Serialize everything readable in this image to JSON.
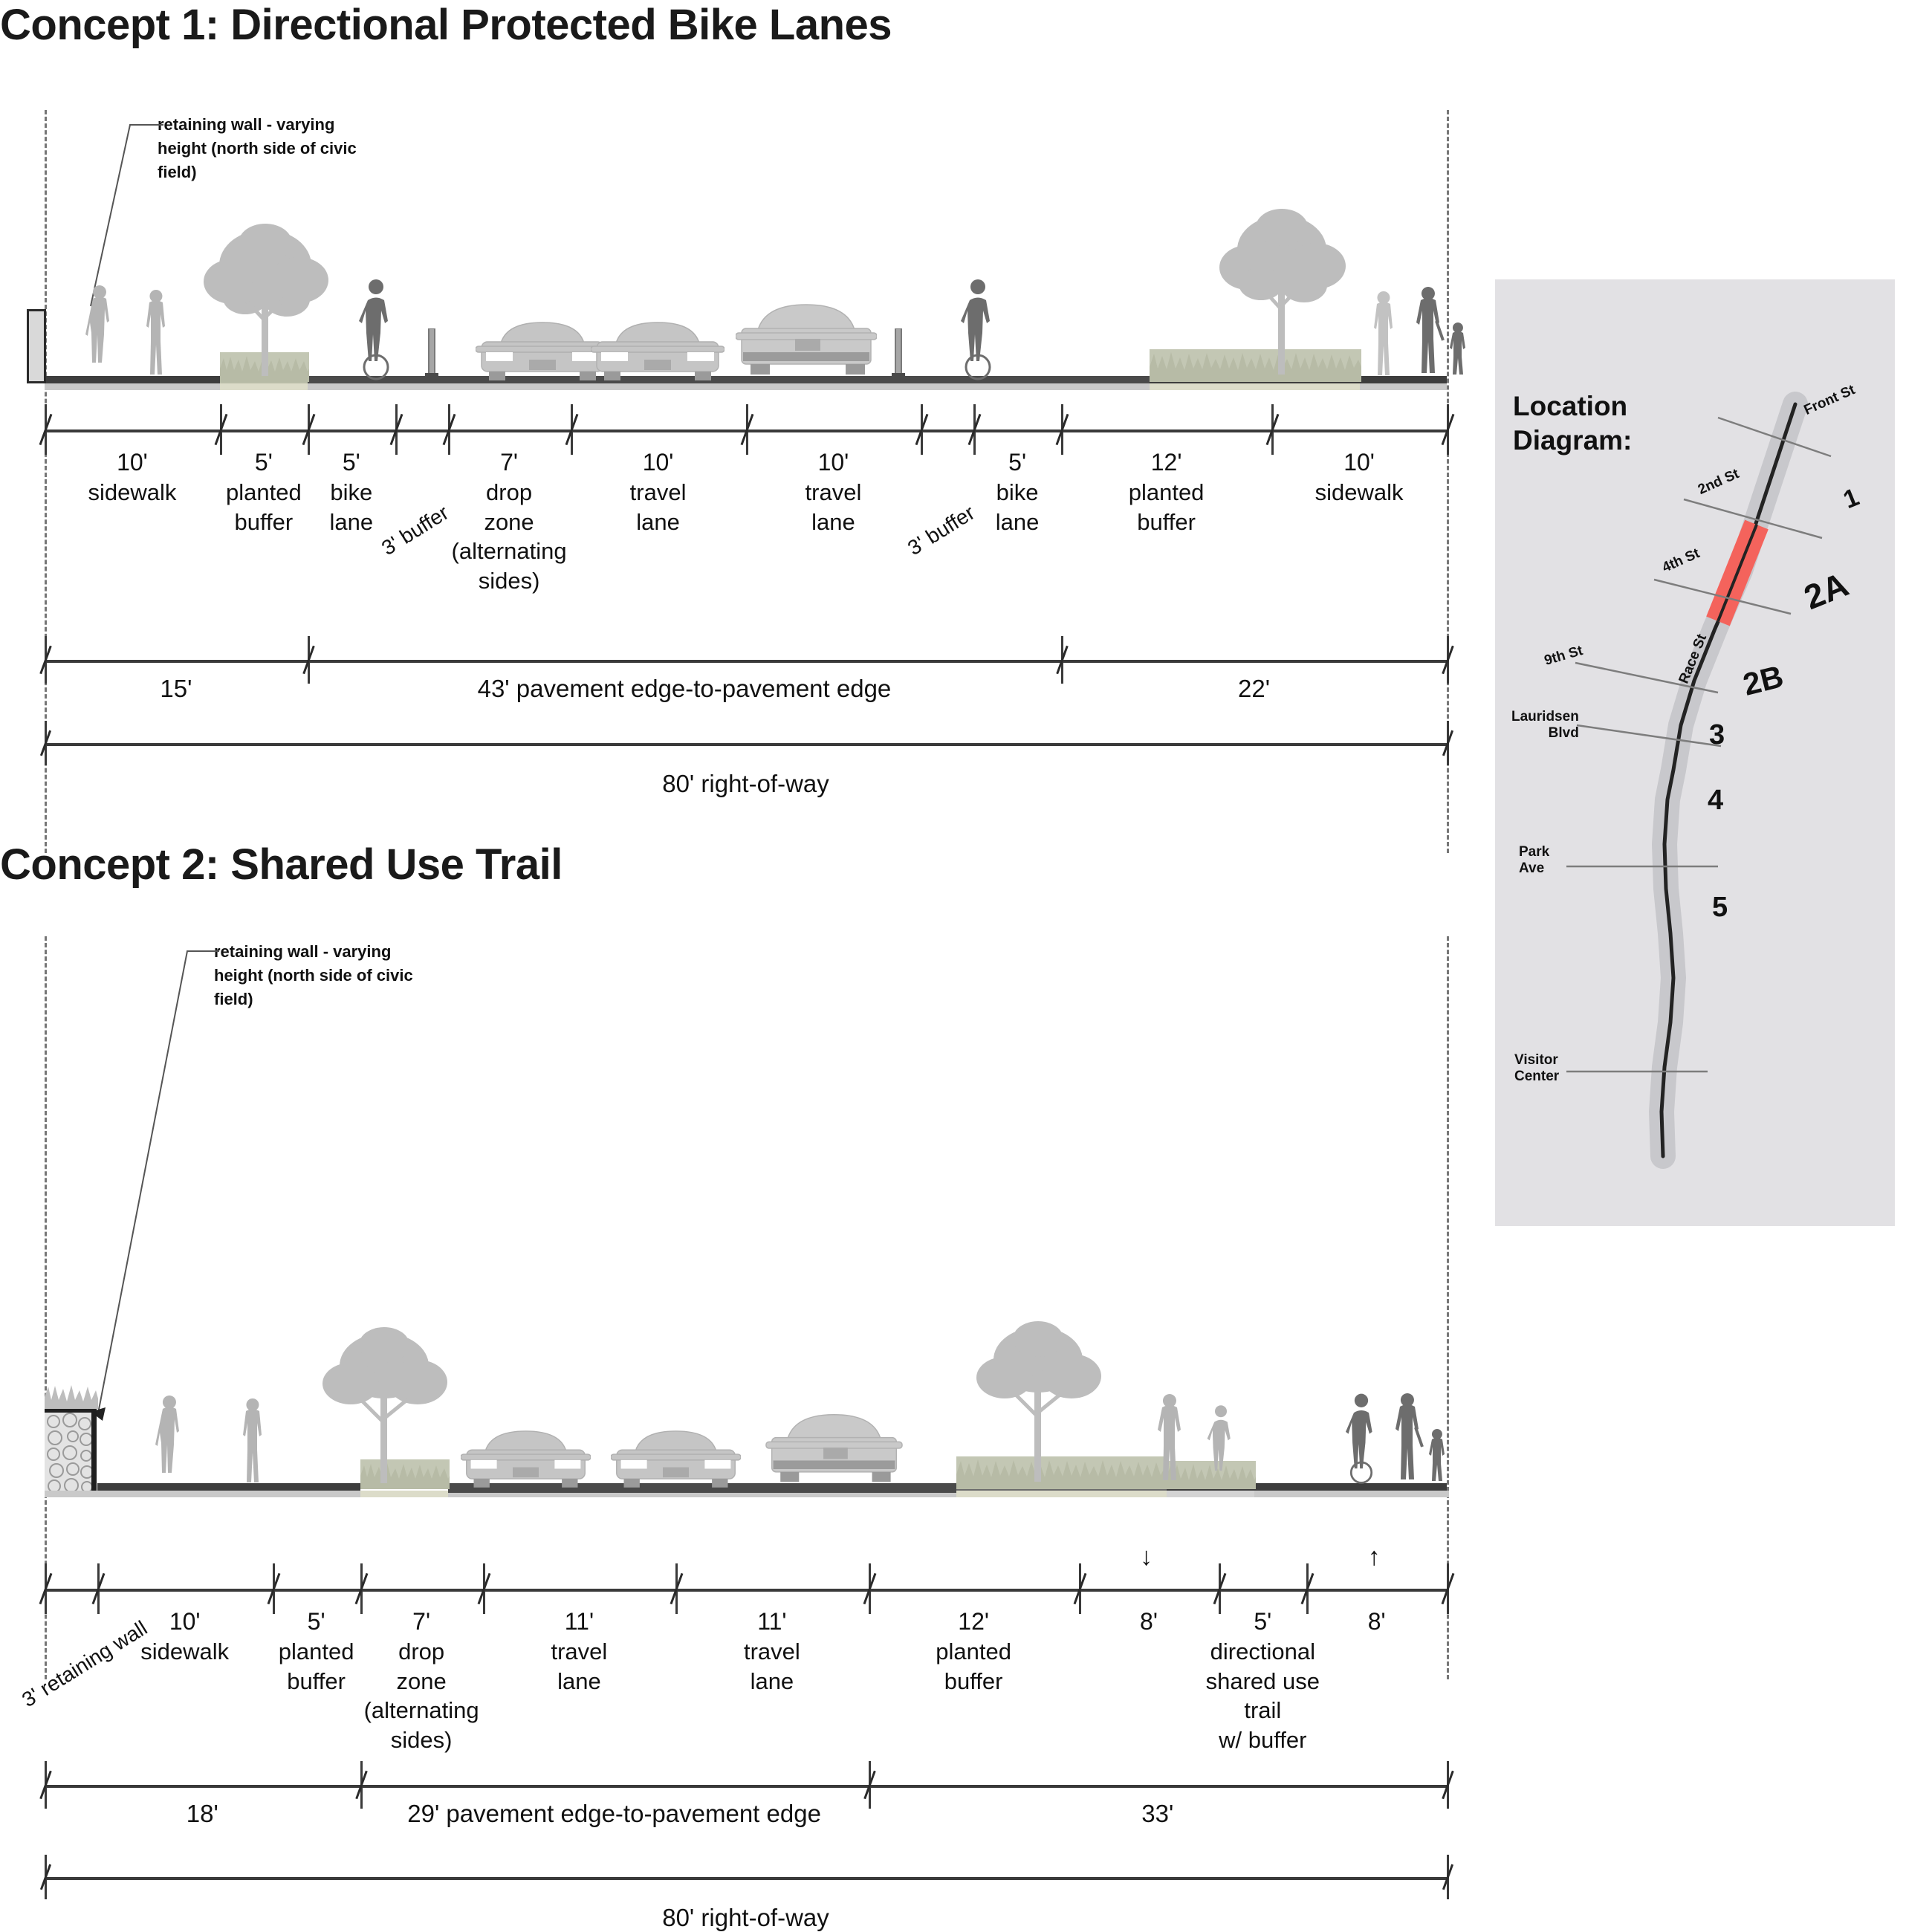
{
  "concept1": {
    "title": "Concept 1: Directional Protected Bike Lanes",
    "callout": "retaining wall - varying height (north side of civic field)",
    "segments": [
      {
        "value": "10'",
        "label": "sidewalk",
        "feet": 10
      },
      {
        "value": "5'",
        "label": "planted\nbuffer",
        "feet": 5
      },
      {
        "value": "5'",
        "label": "bike\nlane",
        "feet": 5
      },
      {
        "value": "",
        "label": "",
        "feet": 3,
        "rotated": "3' buffer"
      },
      {
        "value": "7'",
        "label": "drop\nzone\n(alternating\nsides)",
        "feet": 7
      },
      {
        "value": "10'",
        "label": "travel\nlane",
        "feet": 10
      },
      {
        "value": "10'",
        "label": "travel\nlane",
        "feet": 10
      },
      {
        "value": "",
        "label": "",
        "feet": 3,
        "rotated": "3' buffer"
      },
      {
        "value": "5'",
        "label": "bike\nlane",
        "feet": 5
      },
      {
        "value": "12'",
        "label": "planted\nbuffer",
        "feet": 12
      },
      {
        "value": "10'",
        "label": "sidewalk",
        "feet": 10
      }
    ],
    "summary": [
      {
        "text": "15'",
        "feet": 15
      },
      {
        "text": "43' pavement edge-to-pavement edge",
        "feet": 43
      },
      {
        "text": "22'",
        "feet": 22
      }
    ],
    "row": "80' right-of-way"
  },
  "concept2": {
    "title": "Concept 2: Shared Use Trail",
    "callout": "retaining wall - varying height (north side of civic field)",
    "wall_label": "3' retaining wall",
    "segments": [
      {
        "value": "",
        "label": "",
        "feet": 3,
        "rotated": "3' retaining wall"
      },
      {
        "value": "10'",
        "label": "sidewalk",
        "feet": 10
      },
      {
        "value": "5'",
        "label": "planted\nbuffer",
        "feet": 5
      },
      {
        "value": "7'",
        "label": "drop\nzone\n(alternating\nsides)",
        "feet": 7
      },
      {
        "value": "11'",
        "label": "travel\nlane",
        "feet": 11
      },
      {
        "value": "11'",
        "label": "travel\nlane",
        "feet": 11
      },
      {
        "value": "12'",
        "label": "planted\nbuffer",
        "feet": 12
      },
      {
        "value": "8'",
        "label": "",
        "feet": 8,
        "arrow": "down"
      },
      {
        "value": "5'",
        "label": "directional\nshared use trail\nw/ buffer",
        "feet": 5
      },
      {
        "value": "8'",
        "label": "",
        "feet": 8,
        "arrow": "up"
      }
    ],
    "summary": [
      {
        "text": "18'",
        "feet": 18
      },
      {
        "text": "29' pavement edge-to-pavement edge",
        "feet": 29
      },
      {
        "text": "33'",
        "feet": 33
      }
    ],
    "row": "80' right-of-way"
  },
  "location": {
    "title": "Location\nDiagram:",
    "streets": [
      {
        "name": "Front St"
      },
      {
        "name": "2nd St"
      },
      {
        "name": "4th St"
      },
      {
        "name": "Race St"
      },
      {
        "name": "9th St"
      },
      {
        "name": "Lauridsen\nBlvd"
      },
      {
        "name": "Park\nAve"
      },
      {
        "name": "Visitor\nCenter"
      }
    ],
    "segments": [
      "1",
      "2A",
      "2B",
      "3",
      "4",
      "5"
    ],
    "highlight_color": "#f4635c",
    "panel_color": "#e2e1e4",
    "corridor_color": "#c8c8cc"
  }
}
